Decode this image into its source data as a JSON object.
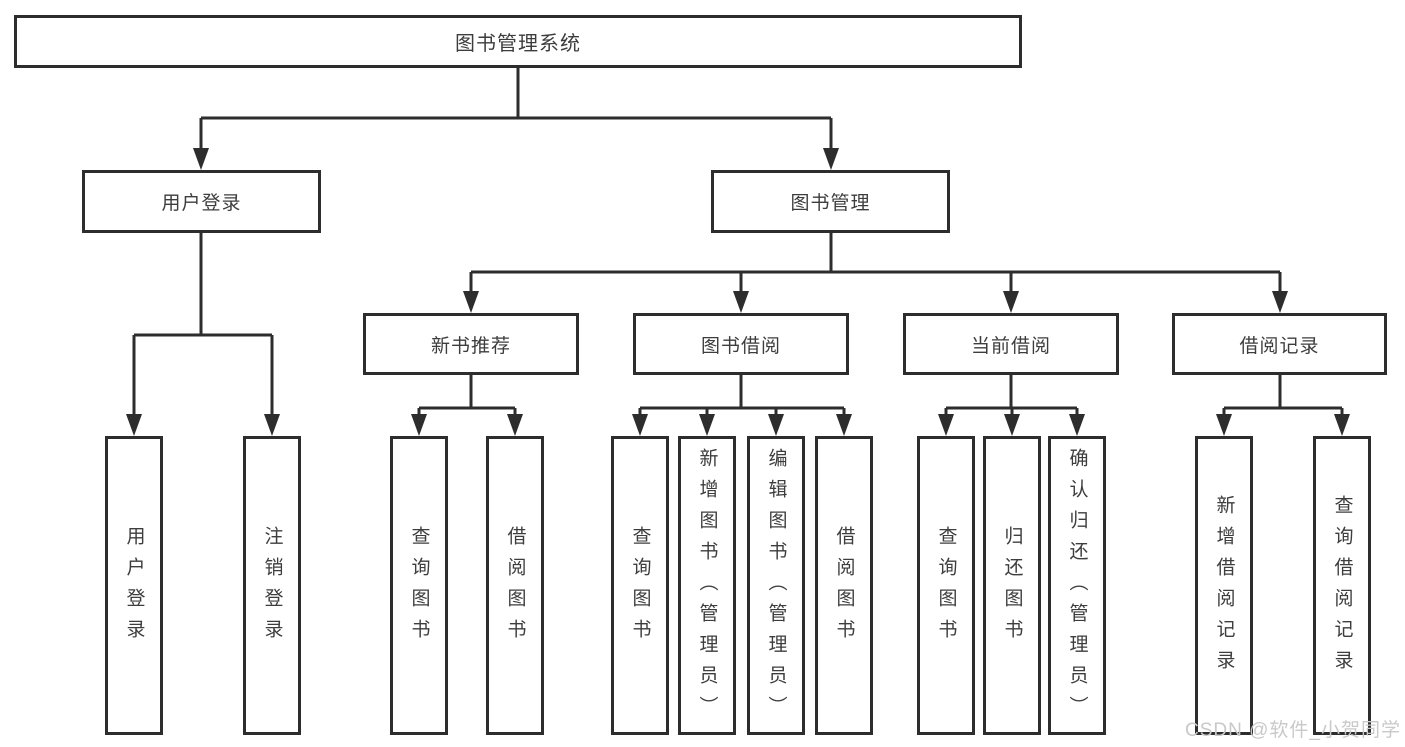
{
  "tree": {
    "root": {
      "label": "图书管理系统"
    },
    "level2": [
      {
        "label": "用户登录",
        "leaves": [
          "用户登录",
          "注销登录"
        ]
      },
      {
        "label": "图书管理"
      }
    ],
    "level3": [
      {
        "label": "新书推荐",
        "leaves": [
          "查询图书",
          "借阅图书"
        ]
      },
      {
        "label": "图书借阅",
        "leaves": [
          "查询图书",
          "新增图书（管理员）",
          "编辑图书（管理员）",
          "借阅图书"
        ]
      },
      {
        "label": "当前借阅",
        "leaves": [
          "查询图书",
          "归还图书",
          "确认归还（管理员）"
        ]
      },
      {
        "label": "借阅记录",
        "leaves": [
          "新增借阅记录",
          "查询借阅记录"
        ]
      }
    ]
  },
  "watermark": {
    "text": "CSDN @软件_小贺同学"
  },
  "colors": {
    "line": "#2d2d2d",
    "border": "#2d2d2d",
    "text": "#3d3d3d",
    "background": "#ffffff",
    "watermark": "#c9c9c9"
  }
}
